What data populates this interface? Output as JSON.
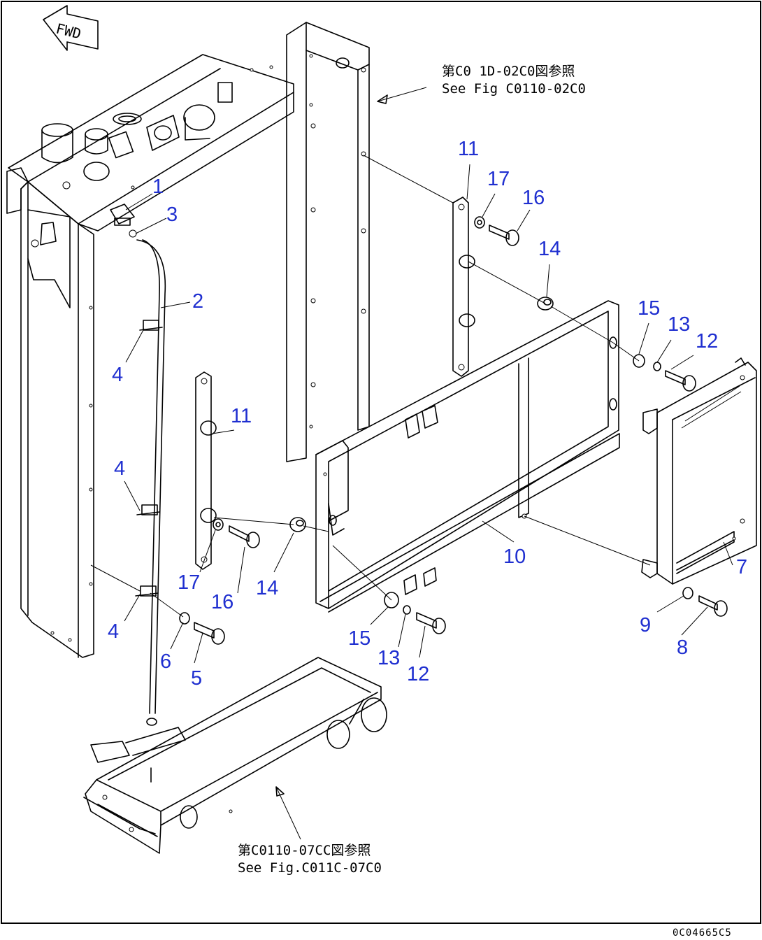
{
  "direction_label": "FWD",
  "references": {
    "top": {
      "line1": "第C0 1D-02C0図参照",
      "line2": "See Fig C0110-02C0"
    },
    "bottom": {
      "line1": "第C0110-07CC図参照",
      "line2": "See Fig.C011C-07C0"
    }
  },
  "illustration_code": "0C04665C5",
  "callouts": {
    "c1": "1",
    "c2": "2",
    "c3": "3",
    "c4a": "4",
    "c4b": "4",
    "c4c": "4",
    "c5": "5",
    "c6": "6",
    "c7": "7",
    "c8": "8",
    "c9": "9",
    "c10": "10",
    "c11a": "11",
    "c11b": "11",
    "c12a": "12",
    "c12b": "12",
    "c13a": "13",
    "c13b": "13",
    "c14a": "14",
    "c14b": "14",
    "c15a": "15",
    "c15b": "15",
    "c16a": "16",
    "c16b": "16",
    "c17a": "17",
    "c17b": "17"
  },
  "colors": {
    "callout": "#1f2fd0",
    "line": "#000000",
    "background": "#ffffff"
  }
}
